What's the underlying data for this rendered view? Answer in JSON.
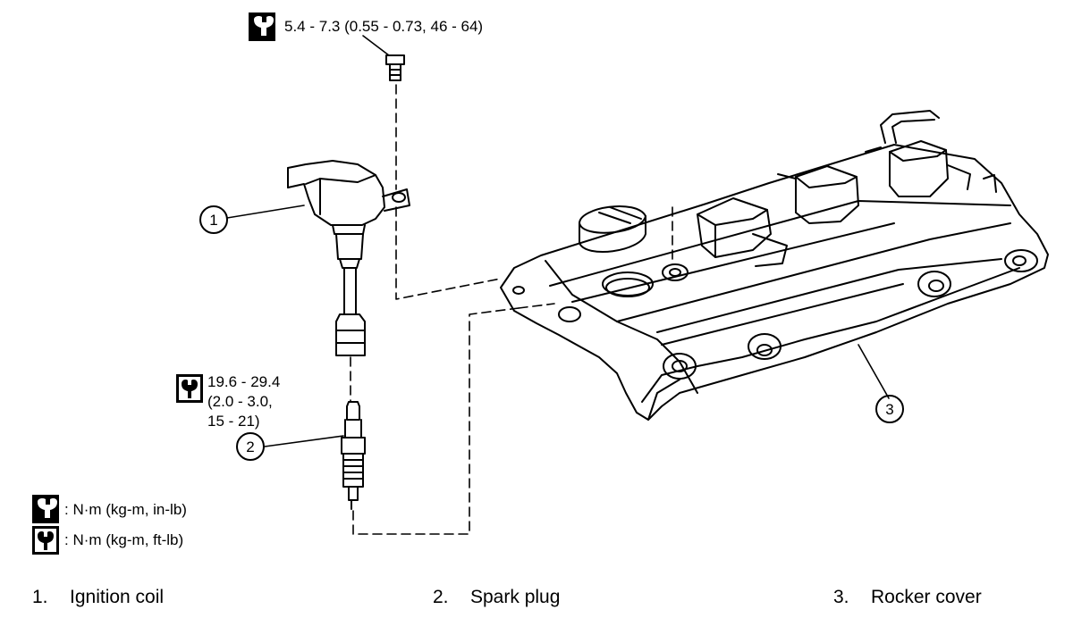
{
  "torque_specs": {
    "bolt": "5.4 - 7.3 (0.55 - 0.73, 46 - 64)",
    "spark_plug_line1": "19.6 - 29.4",
    "spark_plug_line2": "(2.0 - 3.0,",
    "spark_plug_line3": "15 - 21)"
  },
  "legend": {
    "inlb": ": N·m  (kg-m,  in-lb)",
    "ftlb": ": N·m  (kg-m,  ft-lb)"
  },
  "callouts": [
    {
      "num": "1"
    },
    {
      "num": "2"
    },
    {
      "num": "3"
    }
  ],
  "parts": [
    {
      "num": "1.",
      "name": "Ignition coil"
    },
    {
      "num": "2.",
      "name": "Spark plug"
    },
    {
      "num": "3.",
      "name": "Rocker cover"
    }
  ],
  "icons": {
    "torque_inlb": "filled-wrench-icon",
    "torque_ftlb": "outline-wrench-icon"
  }
}
